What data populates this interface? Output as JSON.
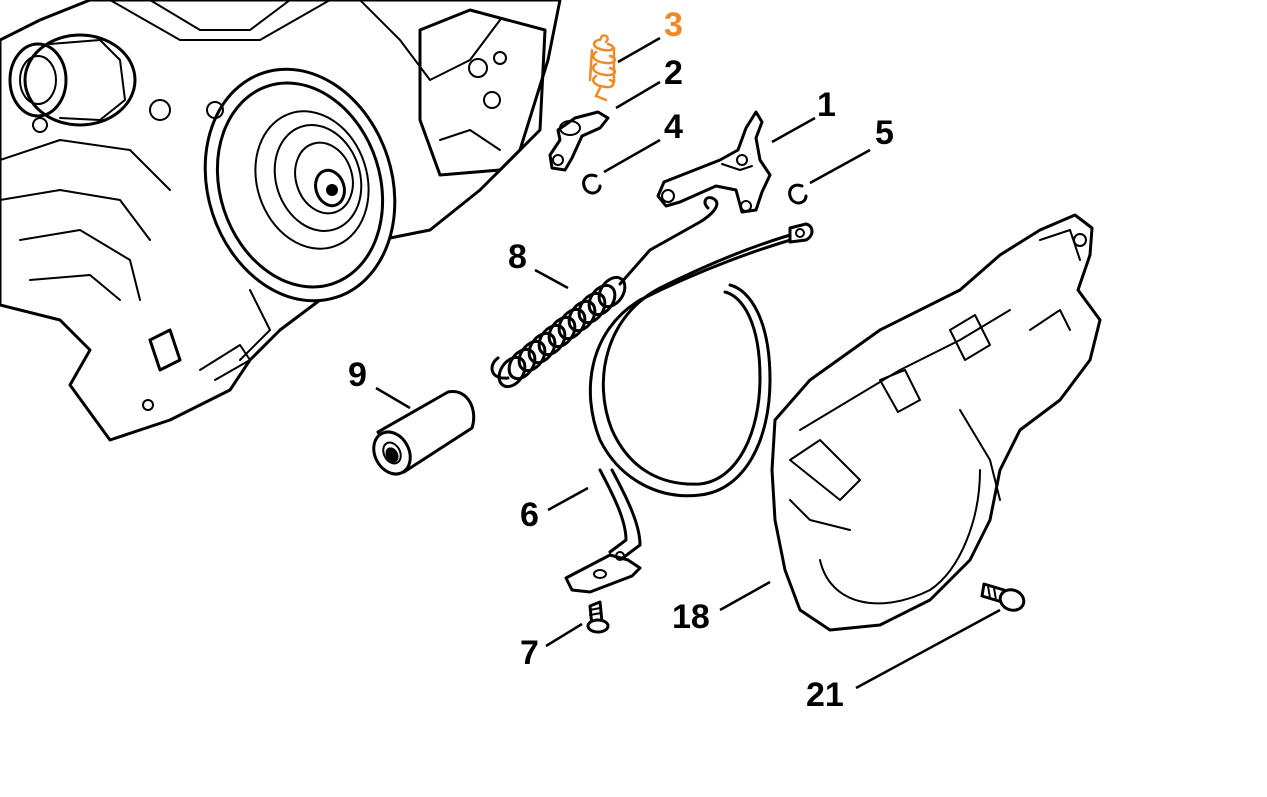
{
  "diagram": {
    "highlight_color": "#f08a24",
    "line_color": "#000000",
    "background": "#ffffff",
    "callouts": [
      {
        "id": "callout-3",
        "label": "3",
        "highlighted": true
      },
      {
        "id": "callout-2",
        "label": "2",
        "highlighted": false
      },
      {
        "id": "callout-4",
        "label": "4",
        "highlighted": false
      },
      {
        "id": "callout-1",
        "label": "1",
        "highlighted": false
      },
      {
        "id": "callout-5",
        "label": "5",
        "highlighted": false
      },
      {
        "id": "callout-8",
        "label": "8",
        "highlighted": false
      },
      {
        "id": "callout-9",
        "label": "9",
        "highlighted": false
      },
      {
        "id": "callout-6",
        "label": "6",
        "highlighted": false
      },
      {
        "id": "callout-7",
        "label": "7",
        "highlighted": false
      },
      {
        "id": "callout-18",
        "label": "18",
        "highlighted": false
      },
      {
        "id": "callout-21",
        "label": "21",
        "highlighted": false
      }
    ]
  }
}
